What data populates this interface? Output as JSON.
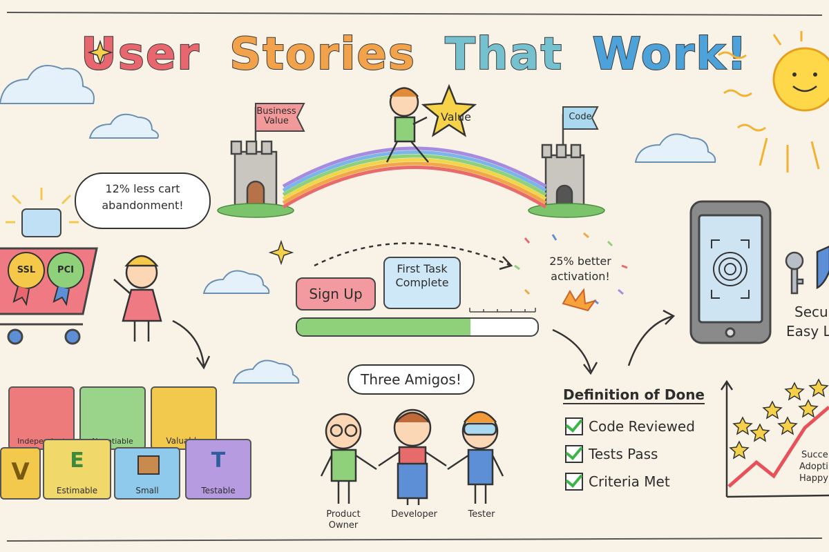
{
  "title": {
    "words": [
      {
        "text": "User",
        "color": "#e8666e"
      },
      {
        "text": "Stories",
        "color": "#f2a24a"
      },
      {
        "text": "That",
        "color": "#76c1cf"
      },
      {
        "text": "Work!",
        "color": "#4da3d9"
      }
    ]
  },
  "bridge": {
    "left_flag": "Business\nValue",
    "right_flag": "Code",
    "star_label": "Value"
  },
  "cart": {
    "badge_ssl": "SSL",
    "badge_pci": "PCI",
    "bubble": "12% less cart\nabandonment!"
  },
  "onboarding": {
    "sign_up": "Sign Up",
    "first_task": "First Task\nComplete",
    "activation": "25% better\nactivation!",
    "progress_fraction": 0.72
  },
  "invest_blocks": [
    {
      "label": "Independent",
      "color": "#ee7b7b"
    },
    {
      "label": "Negotiable",
      "color": "#9ad38a"
    },
    {
      "label": "Valuable",
      "color": "#f2c94c"
    },
    {
      "label": "Estimable",
      "color": "#f0d86a"
    },
    {
      "label": "Small",
      "color": "#8fc9ec"
    },
    {
      "label": "Testable",
      "color": "#b79be0"
    }
  ],
  "invest_letters": {
    "e": "E",
    "t": "T",
    "v": "V"
  },
  "amigos": {
    "bubble": "Three Amigos!",
    "roles": [
      "Product\nOwner",
      "Developer",
      "Tester"
    ]
  },
  "dod": {
    "heading": "Definition of Done",
    "items": [
      "Code Reviewed",
      "Tests Pass",
      "Criteria Met"
    ]
  },
  "phone": {
    "caption_line1": "Secur",
    "caption_line2": "Easy L"
  },
  "success_chart": {
    "lines": [
      "Succe",
      "Adopti",
      "Happy"
    ]
  }
}
